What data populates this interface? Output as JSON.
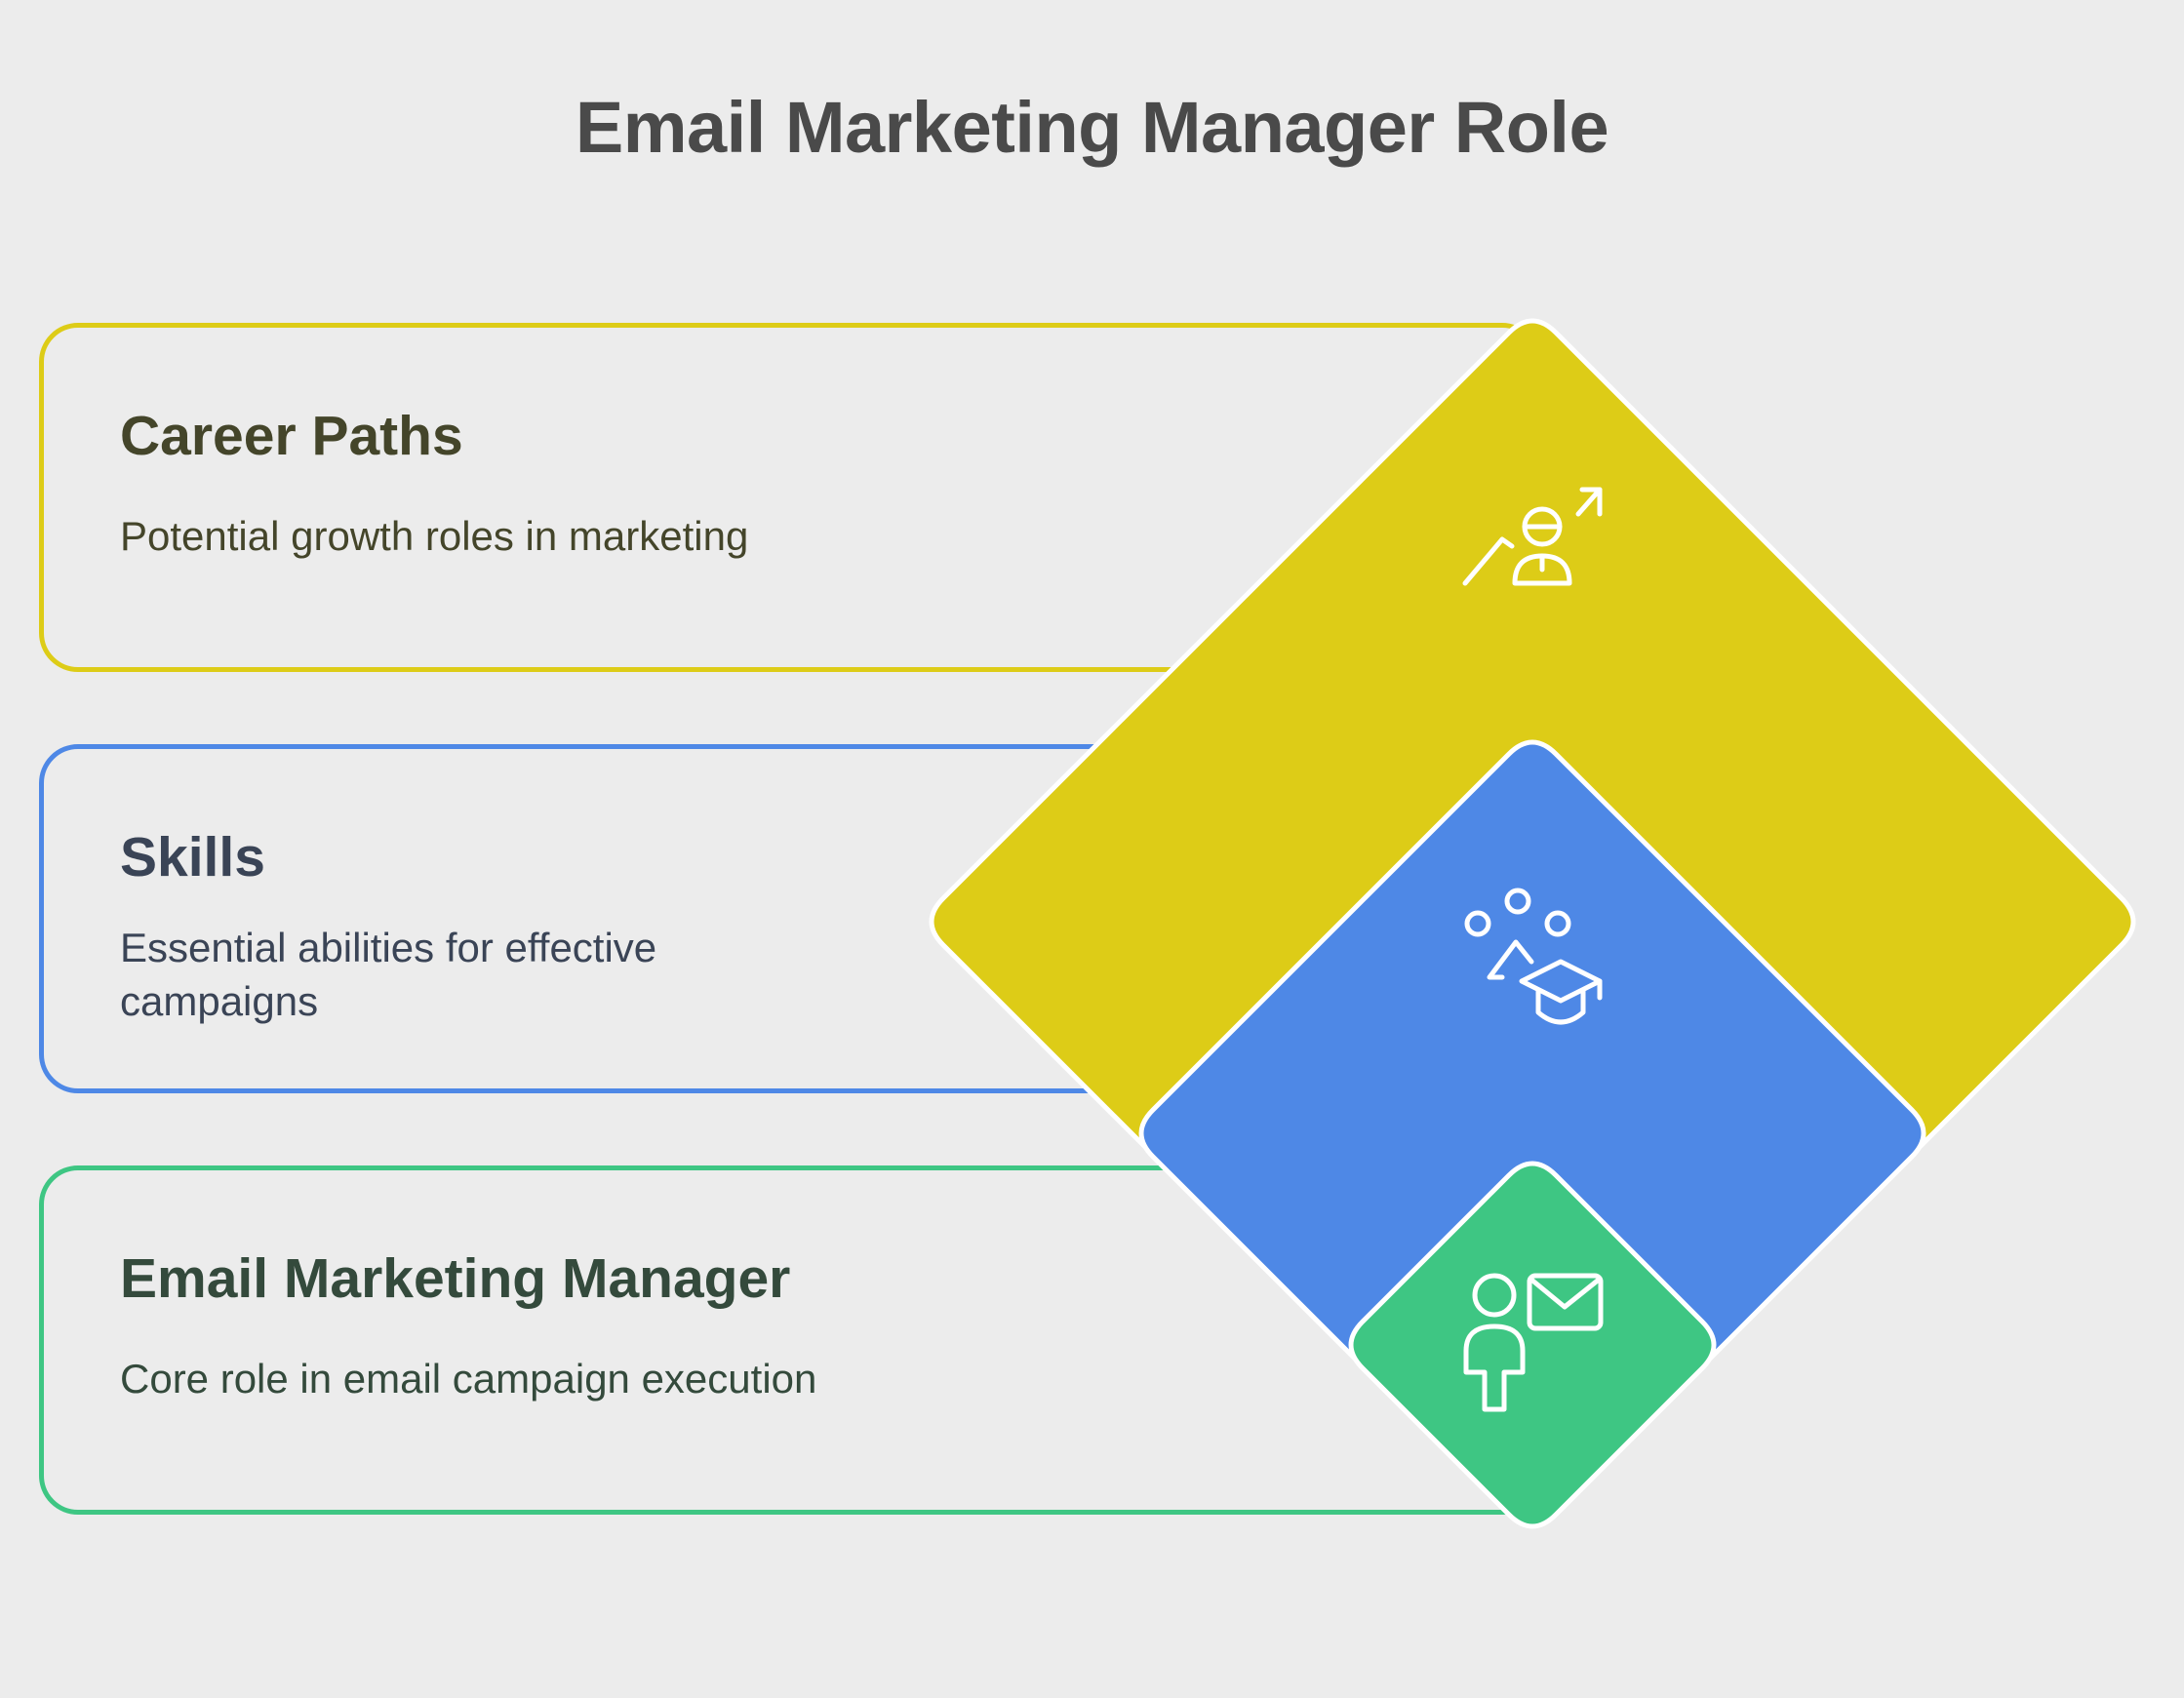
{
  "title": "Email Marketing Manager Role",
  "levels": [
    {
      "title": "Career Paths",
      "description": "Potential growth roles in marketing",
      "color": "#ddcc17",
      "icon": "career-growth-icon"
    },
    {
      "title": "Skills",
      "description": "Essential abilities for effective campaigns",
      "color": "#4e88e6",
      "icon": "skills-graduation-icon"
    },
    {
      "title": "Email Marketing Manager",
      "description": "Core role in email campaign execution",
      "color": "#3ec683",
      "icon": "person-email-icon"
    }
  ]
}
